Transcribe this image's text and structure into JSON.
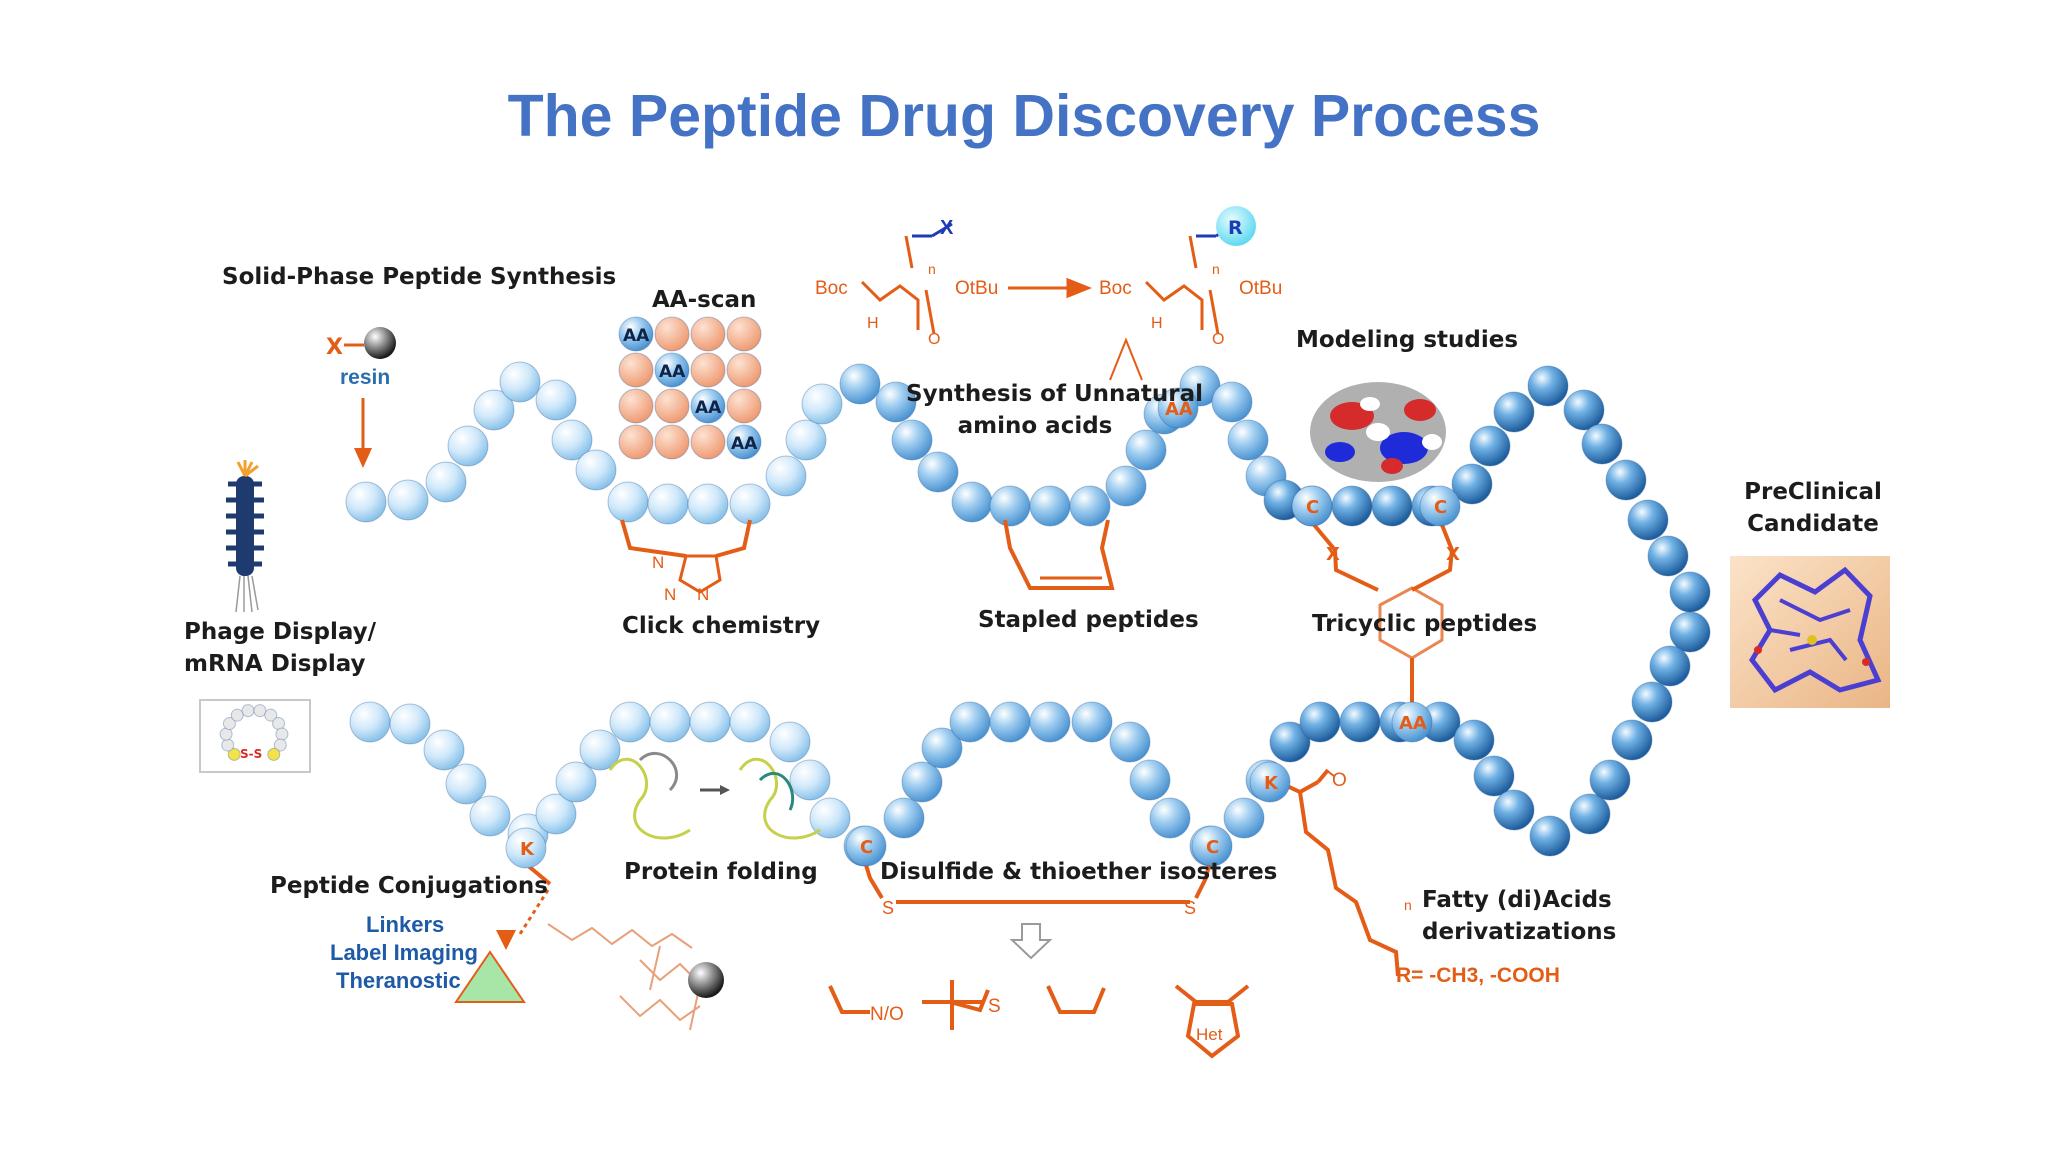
{
  "title": "The Peptide Drug Discovery Process",
  "colors": {
    "title": "#4472c4",
    "chain_light": "#bfe1f8",
    "chain_dark": "#3b82c4",
    "linker_orange": "#e35d17",
    "aa_scan_orange": "#f2a27e",
    "label_text": "#1c1c1c",
    "blue_text": "#1f5aa6"
  },
  "labels": {
    "spps": "Solid-Phase Peptide Synthesis",
    "resin": "resin",
    "x_group": "X",
    "aa_scan": "AA-scan",
    "click_chemistry": "Click chemistry",
    "unnatural_line1": "Synthesis of Unnatural",
    "unnatural_line2": "amino acids",
    "stapled": "Stapled peptides",
    "modeling": "Modeling studies",
    "tricyclic": "Tricyclic peptides",
    "preclinical_line1": "PreClinical",
    "preclinical_line2": "Candidate",
    "phage_line1": "Phage Display/",
    "phage_line2": "mRNA Display",
    "ss": "S-S",
    "conjugations": "Peptide Conjugations",
    "linkers": "Linkers",
    "label_imaging": "Label Imaging",
    "theranostic": "Theranostic",
    "protein_folding": "Protein folding",
    "disulfide": "Disulfide & thioether isosteres",
    "fatty_line1": "Fatty (di)Acids",
    "fatty_line2": "derivatizations",
    "r_group": "R= -CH3, -COOH"
  },
  "bead_labels": {
    "aa": "AA",
    "c": "C",
    "k": "K",
    "x": "X",
    "s": "S",
    "n": "N",
    "o": "O",
    "r": "R",
    "het": "Het",
    "n_o": "N/O",
    "subscript_n": "n"
  },
  "chemistry": {
    "boc": "Boc",
    "otbu": "OtBu",
    "h": "H",
    "o": "O"
  }
}
